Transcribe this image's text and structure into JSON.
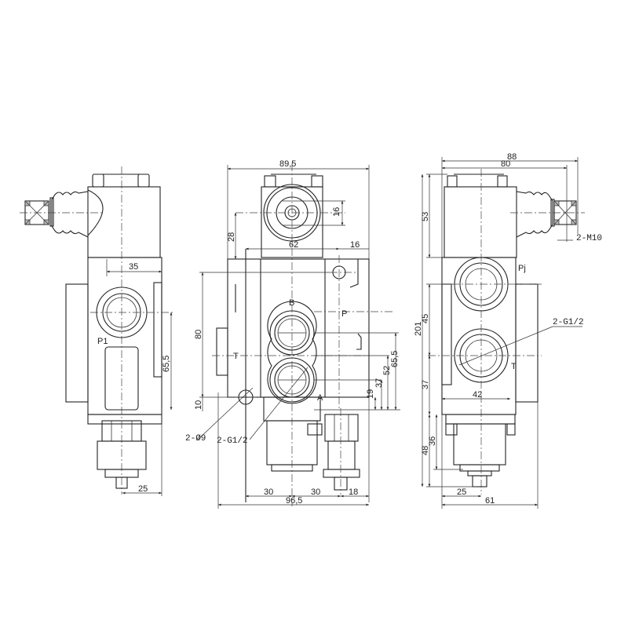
{
  "drawing": {
    "views": [
      "left-side-view",
      "front-view",
      "right-side-view"
    ],
    "left_view": {
      "port_label": "P1",
      "dims": {
        "d35": "35",
        "d65_5": "65,5",
        "d25": "25"
      }
    },
    "front_view": {
      "port_labels": {
        "B": "B",
        "A": "A",
        "P": "P",
        "T": "T"
      },
      "dims": {
        "d89_5": "89,5",
        "d16_top": "16",
        "d28": "28",
        "d62": "62",
        "d16_side": "16",
        "d80": "80",
        "d10": "10",
        "d65_5": "65,5",
        "d52": "52",
        "d37": "37",
        "d19": "19",
        "d30_left": "30",
        "d30_right": "30",
        "d18": "18",
        "d96_5": "96,5"
      },
      "callouts": {
        "holes": "2-Ø9",
        "ports": "2-G1/2"
      }
    },
    "right_view": {
      "port_labels": {
        "Pj": "Pj",
        "T": "T"
      },
      "dims": {
        "d88": "88",
        "d80": "80",
        "d53": "53",
        "d201": "201",
        "d45": "45",
        "d37": "37",
        "d42": "42",
        "d48": "48",
        "d36": "36",
        "d25": "25",
        "d61": "61"
      },
      "callouts": {
        "ports": "2-G1/2",
        "thread": "2-M10"
      }
    }
  }
}
